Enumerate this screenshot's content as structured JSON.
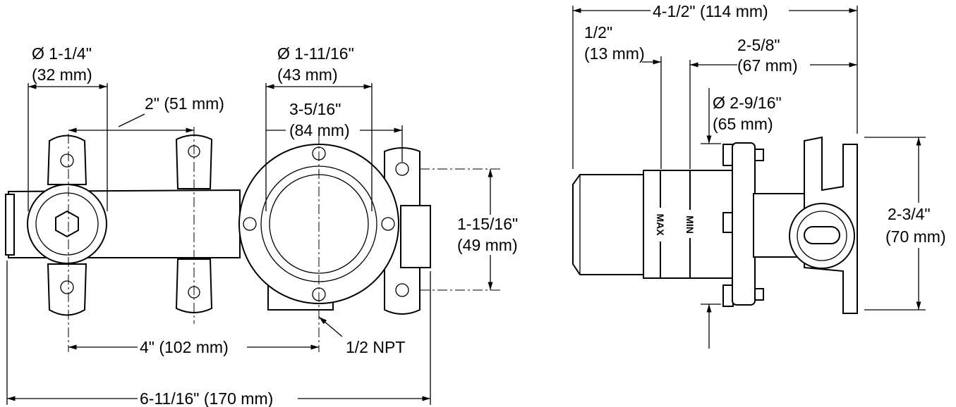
{
  "front_view": {
    "inlet_diameter": {
      "label": "Ø 1-1/4\"",
      "metric": "(32 mm)"
    },
    "bore_diameter": {
      "label": "Ø 1-11/16\"",
      "metric": "(43 mm)"
    },
    "ear_spacing": {
      "label": "2\" (51 mm)"
    },
    "flange_offset": {
      "label": "3-5/16\"",
      "metric": "(84 mm)"
    },
    "mount_height": {
      "label": "1-15/16\"",
      "metric": "(49 mm)"
    },
    "center_spacing": {
      "label": "4\" (102 mm)"
    },
    "outlet": {
      "label": "1/2 NPT"
    },
    "overall_width": {
      "label": "6-11/16\" (170 mm)"
    }
  },
  "side_view": {
    "overall_depth": {
      "label": "4-1/2\" (114 mm)"
    },
    "cap_offset": {
      "label": "1/2\"",
      "metric": "(13 mm)"
    },
    "body_depth": {
      "label": "2-5/8\"",
      "metric": "(67 mm)"
    },
    "flange_diameter": {
      "label": "Ø 2-9/16\"",
      "metric": "(65 mm)"
    },
    "overall_height": {
      "label": "2-3/4\"",
      "metric": "(70 mm)"
    },
    "marks": {
      "max": "MAX",
      "min": "MIN"
    }
  }
}
